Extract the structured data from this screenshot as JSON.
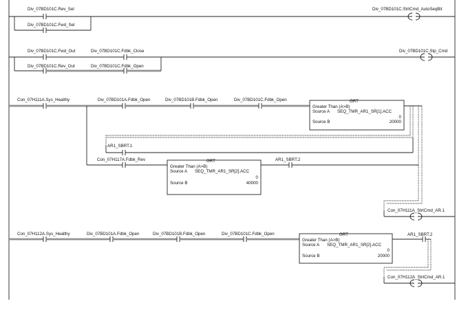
{
  "rungs": {
    "r1": {
      "branch_top": "Div_07BD101C.Rev_Sel",
      "branch_bottom": "Div_07BD101C.Fwd_Sel",
      "coil": "Div_07BD101C.StrtCmd_AutoSeqBit"
    },
    "r2": {
      "c1_top": "Div_07BD101C.Fwd_Out",
      "c2_top": "Div_07BD101C.Fdbk_Close",
      "c1_bot": "Div_07BD101C.Rev_Out",
      "c2_bot": "Div_07BD101C.Fdbk_Open",
      "coil": "Div_07BD101C.Stp_Cmd"
    },
    "r3": {
      "c1": "Con_07H111A.Sys_Healthy",
      "c2": "Div_07BD101A.Fdbk_Open",
      "c3": "Div_07BD101B.Fdbk_Open",
      "c4": "Div_07BD101C.Fdbk_Open",
      "grt1": {
        "title": "GRT",
        "desc": "Greater Than (A>B)",
        "src_a_label": "Source A",
        "src_a_tag": "SEQ_TMR_AR1_SR[1].ACC",
        "src_a_val": "0",
        "src_b_label": "Source B",
        "src_b_val": "20000"
      },
      "ar1_sbrt1": "AR1_SBRT.1",
      "c_rev": "Con_07H117A.Fdbk_Rev",
      "grt2": {
        "title": "GRT",
        "desc": "Greater Than (A>B)",
        "src_a_label": "Source A",
        "src_a_tag": "SEQ_TMR_AR1_SR[2].ACC",
        "src_a_val": "0",
        "src_b_label": "Source B",
        "src_b_val": "40000"
      },
      "ar1_sbrt2": "AR1_SBRT.2",
      "coil": "Con_07H111A_StrtCmd_AR.1"
    },
    "r4": {
      "c1": "Con_07H112A.Sys_Healthy",
      "c2": "Div_07BD101A.Fdbk_Open",
      "c3": "Div_07BD101B.Fdbk_Open",
      "c4": "Div_07BD101C.Fdbk_Open",
      "grt": {
        "title": "GRT",
        "desc": "Greater Than (A>B)",
        "src_a_label": "Source A",
        "src_a_tag": "SEQ_TMR_AR1_SR[2].ACC",
        "src_a_val": "0",
        "src_b_label": "Source B",
        "src_b_val": "20000"
      },
      "ar1_sbrt2": "AR1_SBRT.2",
      "coil": "Con_07H112A_StrtCmd_AR.1"
    }
  }
}
